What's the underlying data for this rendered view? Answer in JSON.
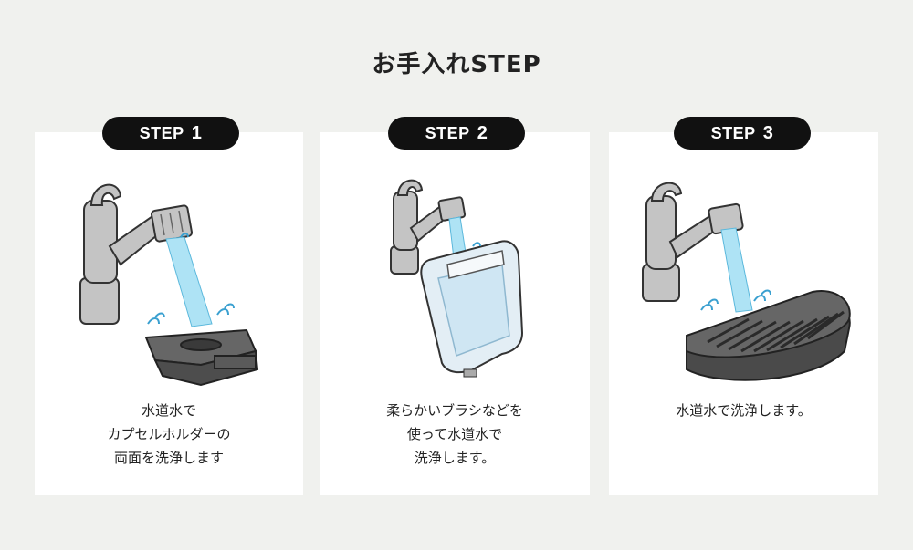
{
  "title": "お手入れSTEP",
  "steps": [
    {
      "label": "STEP",
      "number": "1",
      "lines": [
        "水道水で",
        "カプセルホルダーの",
        "両面を洗浄します"
      ]
    },
    {
      "label": "STEP",
      "number": "2",
      "lines": [
        "柔らかいブラシなどを",
        "使って水道水で",
        "洗浄します。"
      ]
    },
    {
      "label": "STEP",
      "number": "3",
      "lines": [
        "水道水で洗浄します。"
      ]
    }
  ],
  "colors": {
    "background": "#f0f1ee",
    "card": "#ffffff",
    "badge": "#111111",
    "water": "#aee3f5",
    "faucet": "#b8b8b8",
    "part": "#555555"
  },
  "icons": [
    "faucet-icon",
    "capsule-holder-icon",
    "water-tank-icon",
    "drip-tray-icon",
    "water-splash-icon"
  ]
}
